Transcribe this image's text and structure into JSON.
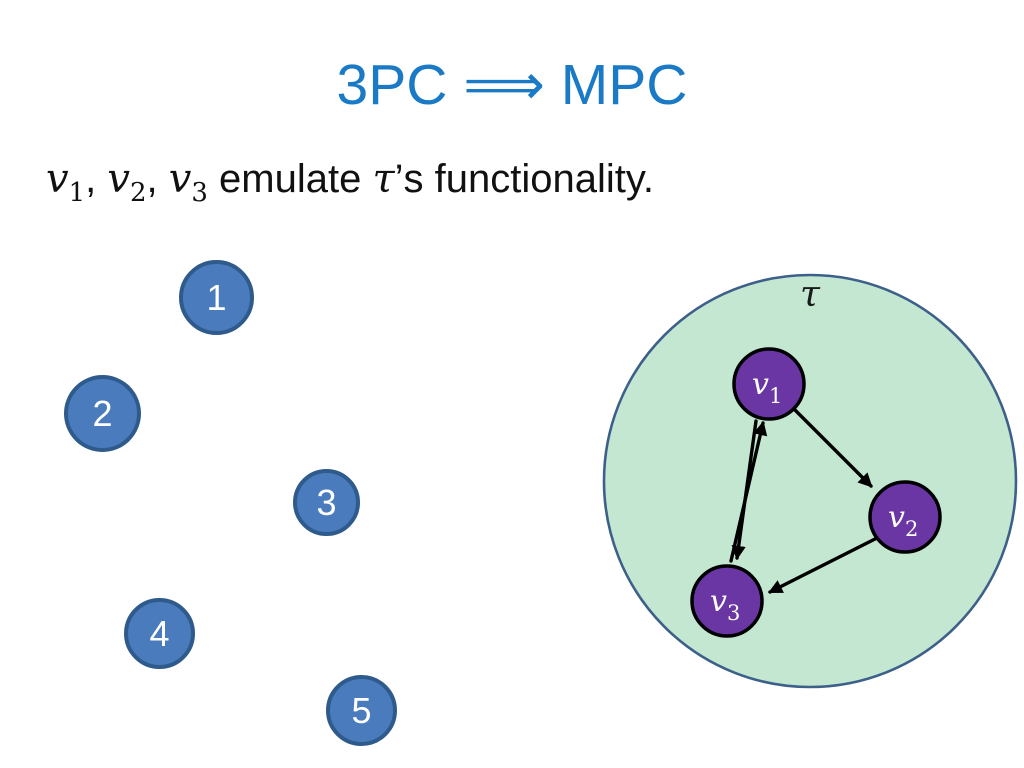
{
  "slide": {
    "title": "3PC ⟹ MPC"
  },
  "subtitle": {
    "v1": {
      "base": "v",
      "sub": "1"
    },
    "sep1": ", ",
    "v2": {
      "base": "v",
      "sub": "2"
    },
    "sep2": ", ",
    "v3": {
      "base": "v",
      "sub": "3"
    },
    "middle": " emulate ",
    "tau": "τ",
    "end": "’s functionality."
  },
  "parties": {
    "labels": [
      "1",
      "2",
      "3",
      "4",
      "5"
    ]
  },
  "mpc": {
    "tau_label": "τ",
    "nodes": [
      {
        "id": "v1",
        "base": "v",
        "sub": "1"
      },
      {
        "id": "v2",
        "base": "v",
        "sub": "2"
      },
      {
        "id": "v3",
        "base": "v",
        "sub": "3"
      }
    ],
    "edges": [
      {
        "from": "v1",
        "to": "v2"
      },
      {
        "from": "v3",
        "to": "v1"
      },
      {
        "from": "v1",
        "to": "v3"
      },
      {
        "from": "v2",
        "to": "v3"
      }
    ]
  },
  "colors": {
    "title_blue": "#1B7AC6",
    "party_fill": "#4A7CBD",
    "party_border": "#2E5A8C",
    "region_fill": "#C4E7D2",
    "region_border": "#3D608A",
    "node_fill": "#6936A4",
    "node_border": "#000000",
    "arrow": "#000000",
    "subtitle_text": "#111111"
  }
}
